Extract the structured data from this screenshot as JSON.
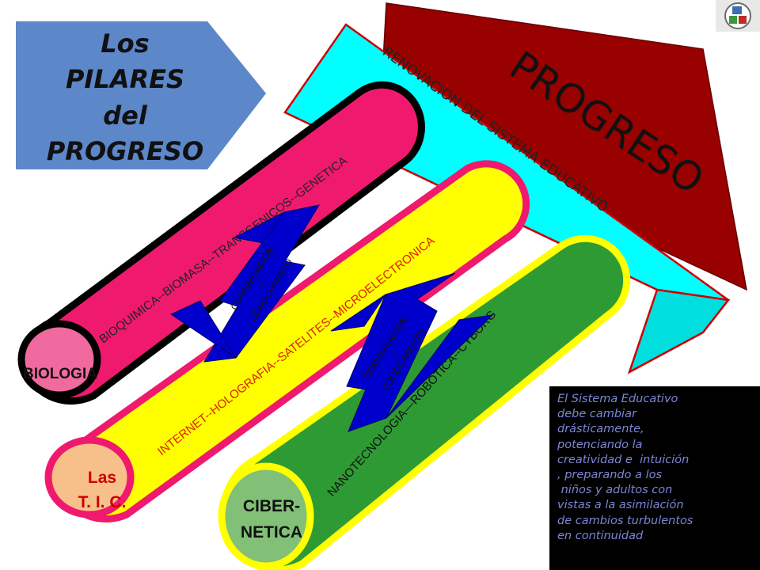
{
  "title": {
    "lines": [
      "Los",
      "PILARES",
      "del",
      "PROGRESO"
    ]
  },
  "arrow": {
    "label": "PROGRESO",
    "band": "RENOVACION DEL SISTEMA EDUCATIVO"
  },
  "pillars": [
    {
      "name": "BIOLOGIA",
      "text": "BIOQUIMICA--BIOMASA--TRANSGENICOS--GENETICA",
      "color": "#ef1a6e"
    },
    {
      "name_lines": [
        "Las",
        "T. I. C."
      ],
      "text": "INTERNET--HOLOGRAFIA--SATELITES--MICROELECTRONICA",
      "color": "#ffff00"
    },
    {
      "name_lines": [
        "CIBER-",
        "NETICA"
      ],
      "text": "NANOTECNOLOGIA—ROBOTICA--CYBORG",
      "color": "#2e9a34"
    }
  ],
  "connectors": [
    {
      "lines": [
        "COMUNICACIÓN",
        "+",
        "CONOCIMIENTO"
      ]
    },
    {
      "lines": [
        "COMUNICACIÓN",
        "+",
        "CONOCIMIENTO"
      ]
    }
  ],
  "note": {
    "lines": [
      "El Sistema Educativo",
      "debe cambiar",
      "drásticamente,",
      "potenciando la",
      "creatividad e  intuición",
      ", preparando a los",
      " niños y adultos con",
      "vistas a la asimilación",
      "de cambios turbulentos",
      "en continuidad"
    ]
  },
  "colors": {
    "arrow": "#990000",
    "band": "#00ffff",
    "band_border": "#cc0000",
    "title_box": "#5c87c9",
    "connector": "#0000cc"
  },
  "logo_icon": "cube-logo-icon"
}
